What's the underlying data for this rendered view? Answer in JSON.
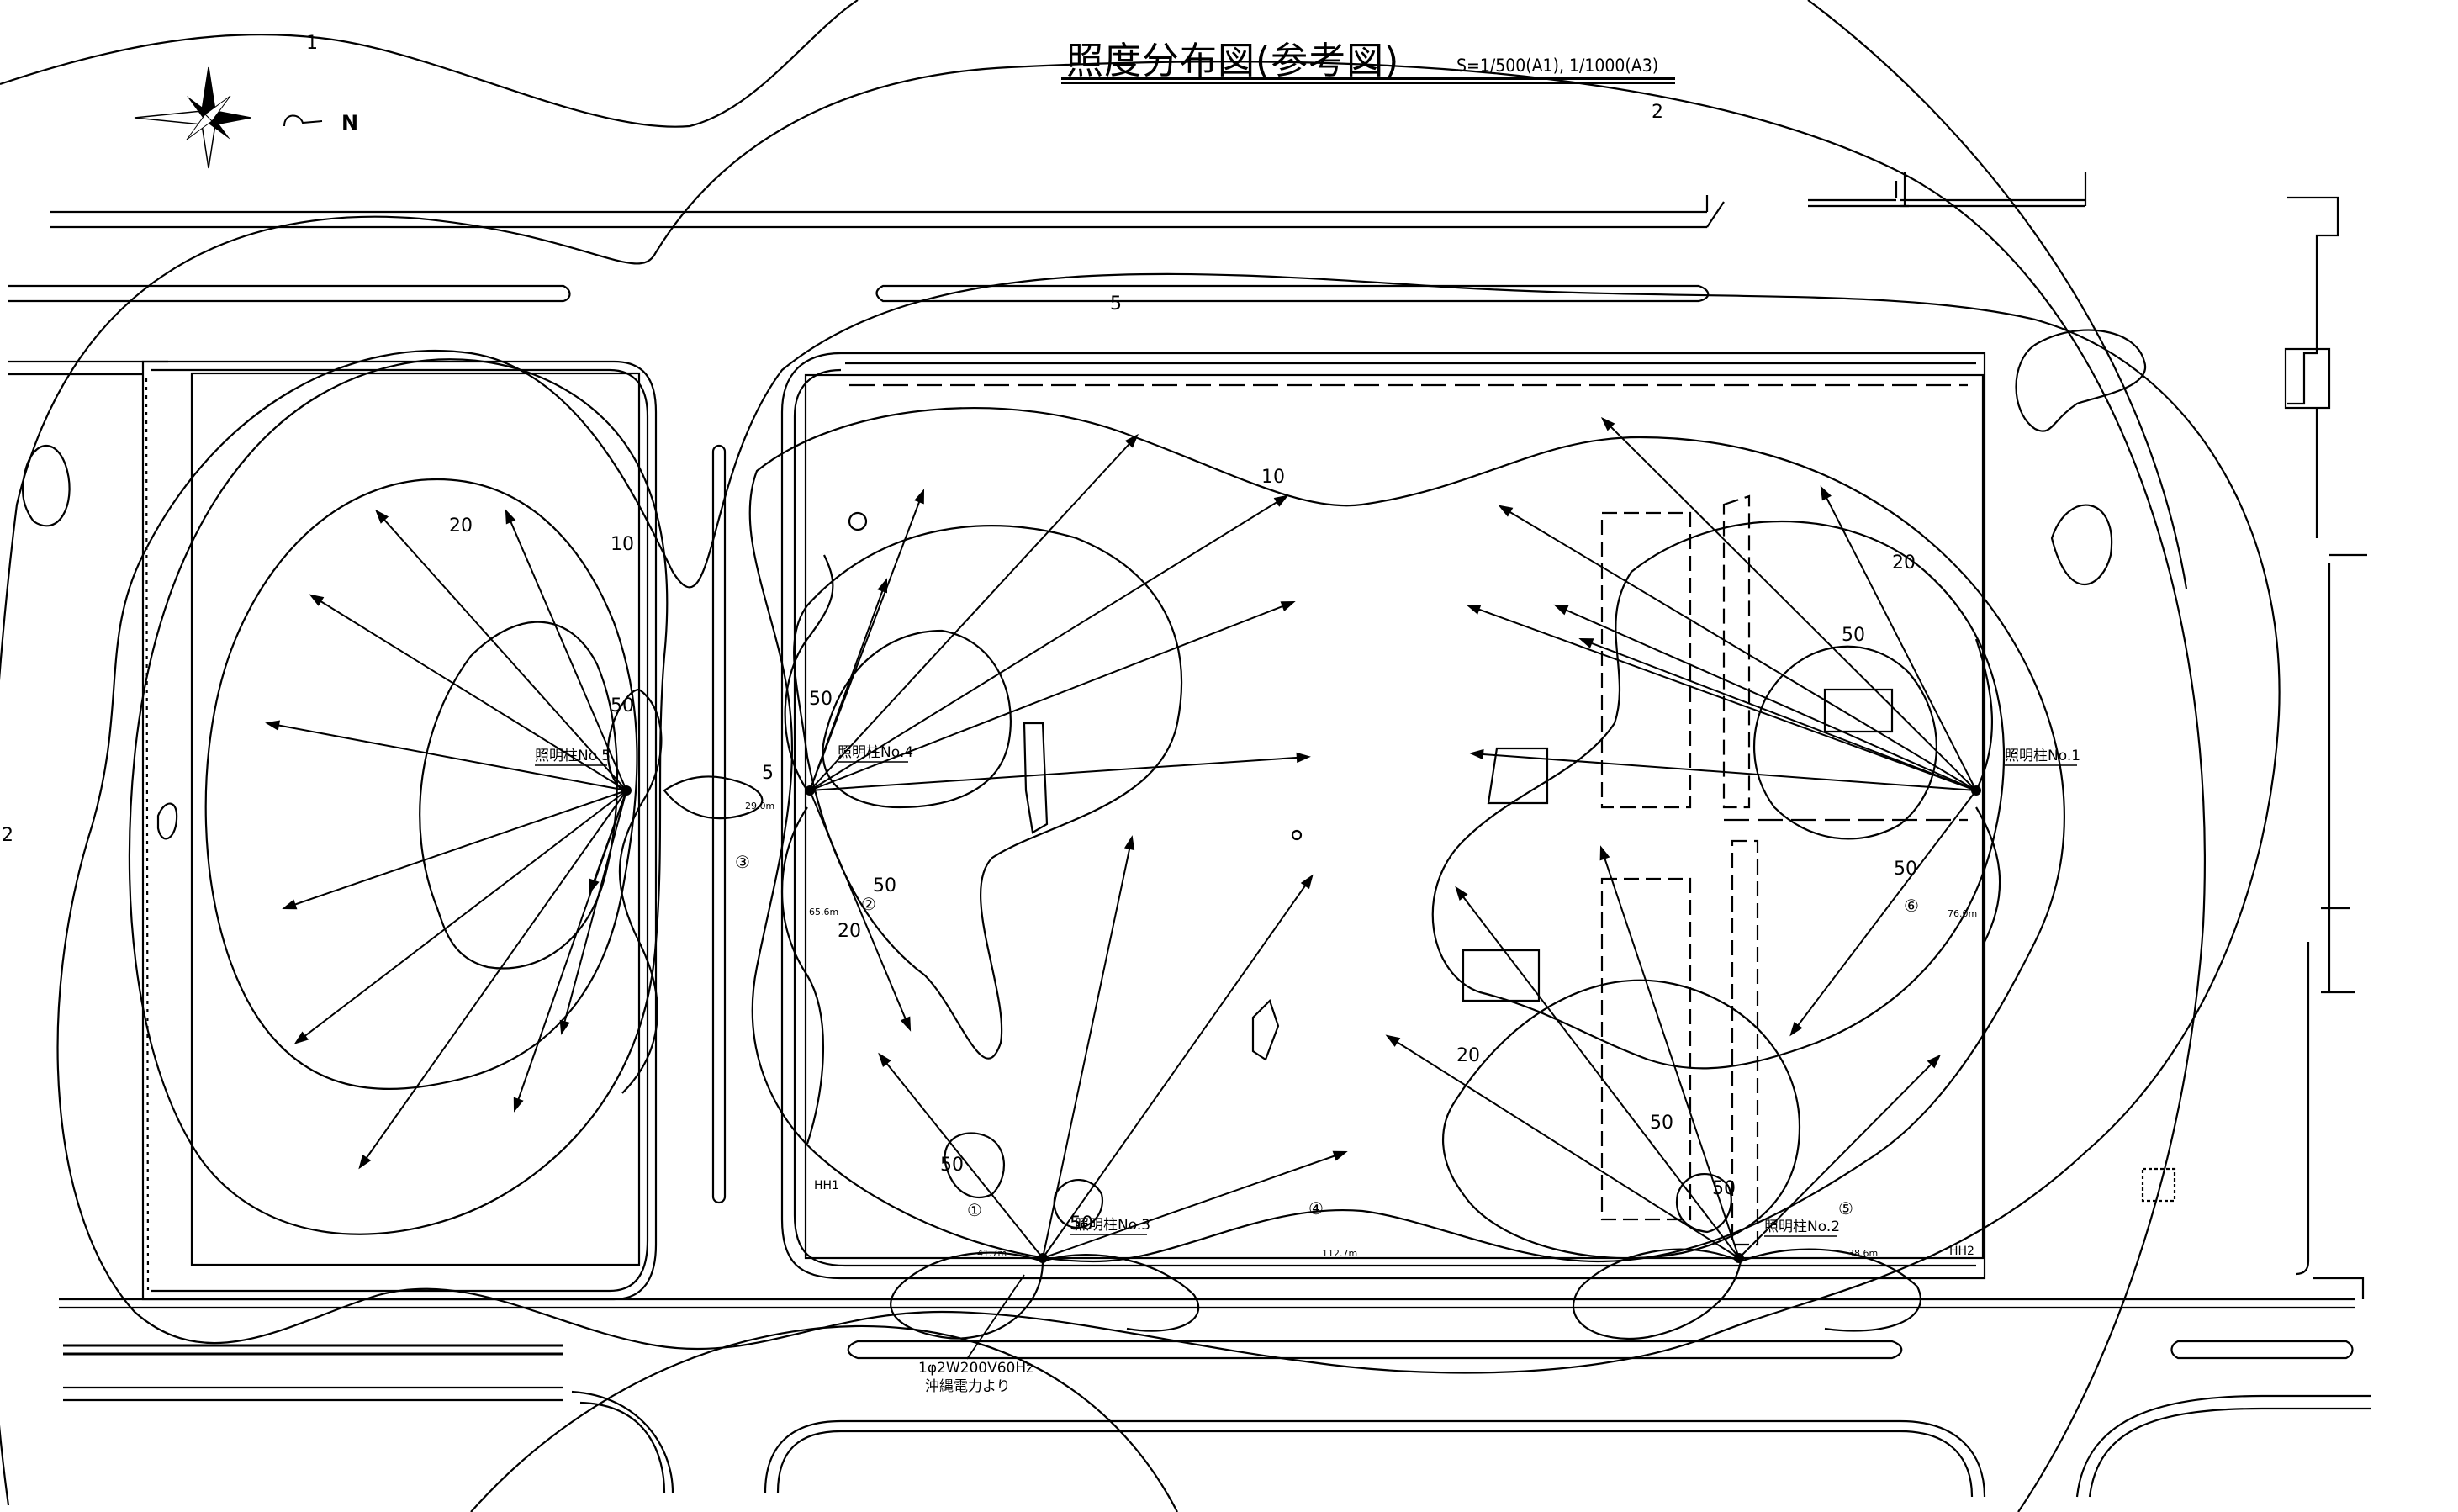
{
  "title": "照度分布図(参考図)",
  "scale_note": "S=1/500(A1), 1/1000(A3)",
  "north_label": "N",
  "contour_labels": [
    "1",
    "2",
    "2",
    "5",
    "5",
    "10",
    "10",
    "20",
    "20",
    "20",
    "20",
    "50",
    "50",
    "50",
    "50",
    "50",
    "50",
    "50",
    "50",
    "50"
  ],
  "poles": [
    {
      "label": "照明柱No.1"
    },
    {
      "label": "照明柱No.2"
    },
    {
      "label": "照明柱No.3"
    },
    {
      "label": "照明柱No.4"
    },
    {
      "label": "照明柱No.5"
    }
  ],
  "circled_markers": [
    "①",
    "②",
    "③",
    "④",
    "⑤",
    "⑥"
  ],
  "distances": [
    "29.0m",
    "65.6m",
    "41.7m",
    "112.7m",
    "38.6m",
    "76.0m"
  ],
  "handholes": [
    "HH1",
    "HH2"
  ],
  "power_note_1": "1φ2W200V60Hz",
  "power_note_2": "沖縄電力より",
  "colors": {
    "line": "#000000",
    "background": "#ffffff"
  }
}
